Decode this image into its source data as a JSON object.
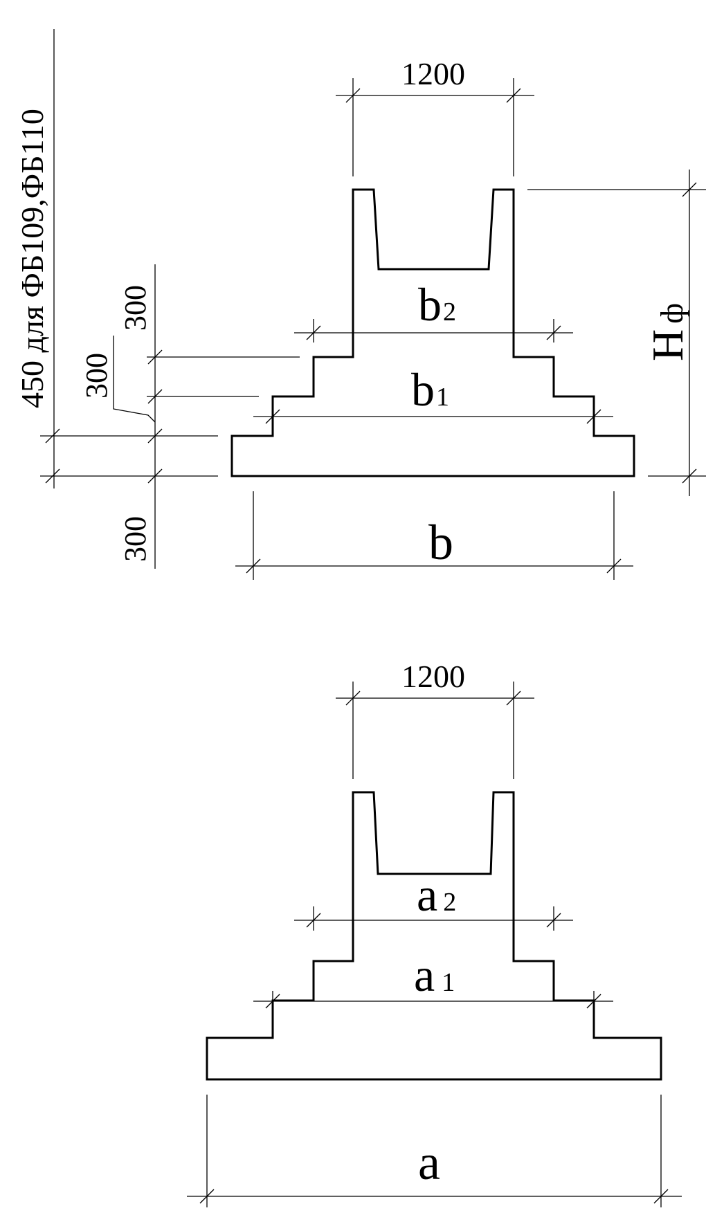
{
  "colors": {
    "line": "#000000",
    "background": "#ffffff"
  },
  "vertical_note": "450 для ФБ109,ФБ110",
  "section_b": {
    "top_width": "1200",
    "height": {
      "main": "H",
      "sub": "ф"
    },
    "step_height_upper": "300",
    "step_height_middle": "300",
    "step_height_base": "300",
    "b2": {
      "main": "b",
      "sub": "2"
    },
    "b1": {
      "main": "b",
      "sub": "1"
    },
    "b": {
      "main": "b"
    }
  },
  "section_a": {
    "top_width": "1200",
    "a2": {
      "main": "a",
      "sub": "2"
    },
    "a1": {
      "main": "a",
      "sub": "1"
    },
    "a": {
      "main": "a"
    }
  }
}
